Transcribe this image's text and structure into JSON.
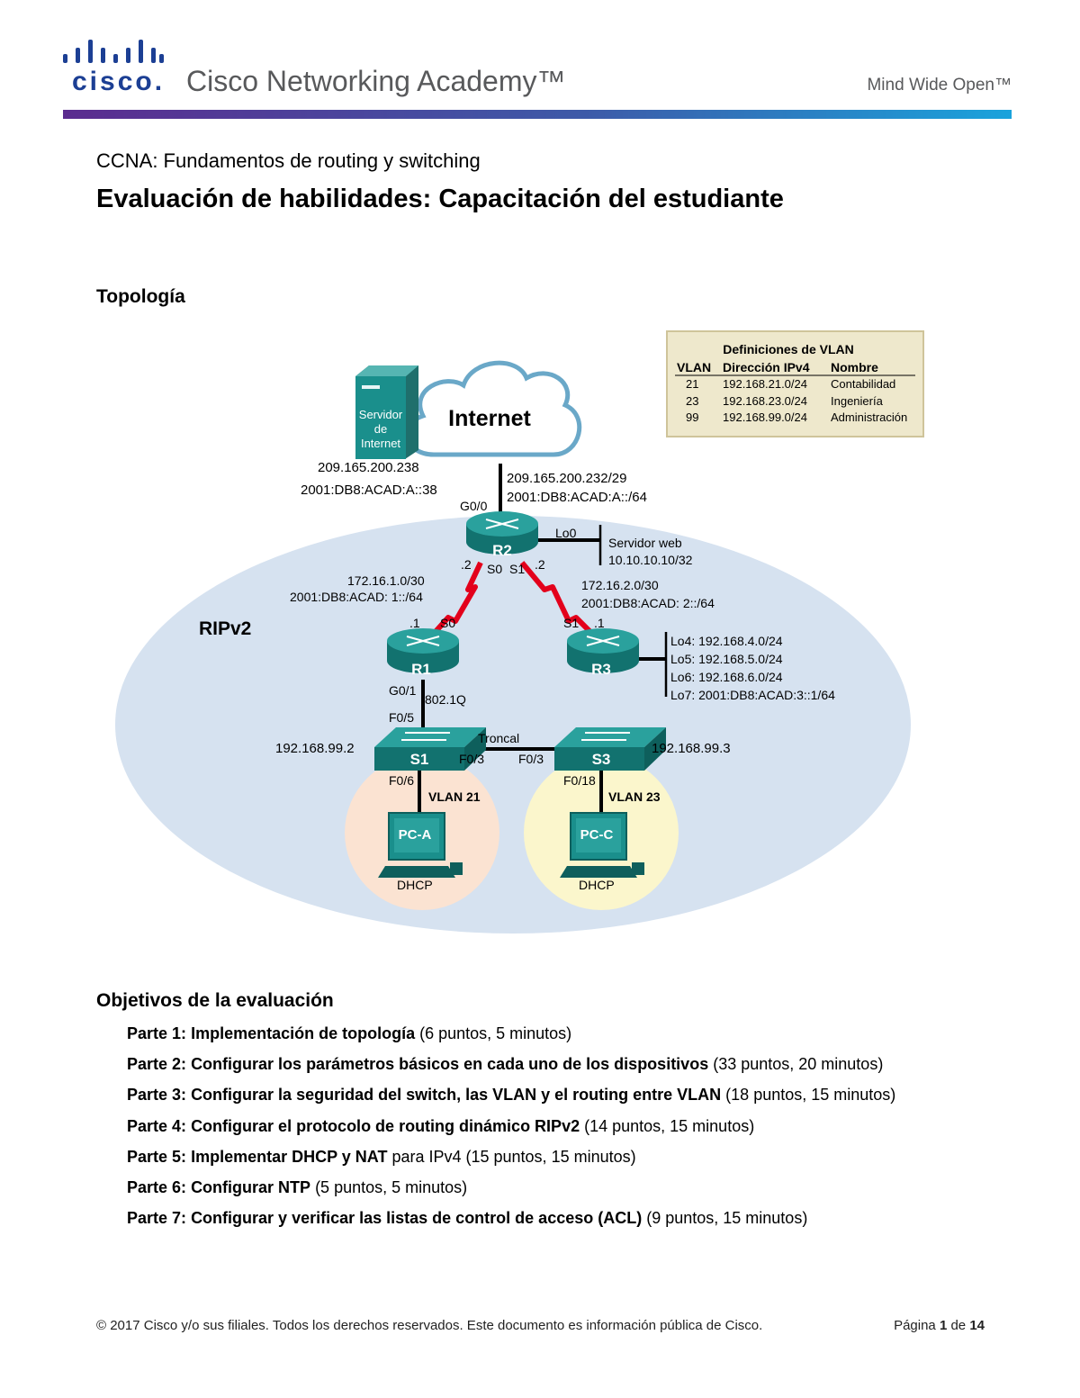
{
  "header": {
    "logo_word": "cisco.",
    "academy": "Cisco Networking Academy™",
    "tagline": "Mind Wide Open™"
  },
  "colors": {
    "brand_blue": "#1c3f94",
    "bar_start": "#5b2c8f",
    "bar_end": "#1aa3dc",
    "device_teal": "#1a8f8c",
    "serial_red": "#e3001b",
    "region_ellipse": "#d6e2f0",
    "vlan21_circle": "#fbe3d2",
    "vlan23_circle": "#fbf6cc",
    "legend_bg": "#eee8cc"
  },
  "document": {
    "course": "CCNA: Fundamentos de routing y switching",
    "title": "Evaluación de habilidades: Capacitación del estudiante",
    "topology_heading": "Topología",
    "objectives_heading": "Objetivos de la evaluación"
  },
  "topology": {
    "region_label": "RIPv2",
    "internet_label": "Internet",
    "server_label": [
      "Servidor",
      "de",
      "Internet"
    ],
    "server_ipv4": "209.165.200.238",
    "server_ipv6": "2001:DB8:ACAD:A::38",
    "isp_net_ipv4": "209.165.200.232/29",
    "isp_net_ipv6": "2001:DB8:ACAD:A::/64",
    "devices": {
      "r1": "R1",
      "r2": "R2",
      "r3": "R3",
      "s1": "S1",
      "s3": "S3",
      "pca": "PC-A",
      "pcc": "PC-C"
    },
    "labels": {
      "r2_g00": "G0/0",
      "r2_lo0": "Lo0",
      "web_server": "Servidor web",
      "web_server_ip": "10.10.10.10/32",
      "r2_s0_host": ".2",
      "r2_s0": "S0",
      "r2_s1": "S1",
      "r2_s1_host": ".2",
      "link1_ipv4": "172.16.1.0/30",
      "link1_ipv6": "2001:DB8:ACAD: 1::/64",
      "link2_ipv4": "172.16.2.0/30",
      "link2_ipv6": "2001:DB8:ACAD: 2::/64",
      "r1_s0_host": ".1",
      "r1_s0": "S0",
      "r3_s1": "S1",
      "r3_s1_host": ".1",
      "r3_lo4": "Lo4: 192.168.4.0/24",
      "r3_lo5": "Lo5: 192.168.5.0/24",
      "r3_lo6": "Lo6: 192.168.6.0/24",
      "r3_lo7": "Lo7: 2001:DB8:ACAD:3::1/64",
      "r1_g01": "G0/1",
      "dot1q": "802.1Q",
      "s1_f05": "F0/5",
      "s1_ip": "192.168.99.2",
      "trunk": "Troncal",
      "s1_f03": "F0/3",
      "s3_f03": "F0/3",
      "s3_ip": "192.168.99.3",
      "s1_f06": "F0/6",
      "vlan21": "VLAN 21",
      "s3_f018": "F0/18",
      "vlan23": "VLAN 23",
      "pca_dhcp": "DHCP",
      "pcc_dhcp": "DHCP"
    },
    "vlan_table": {
      "title": "Definiciones de VLAN",
      "headers": [
        "VLAN",
        "Dirección IPv4",
        "Nombre"
      ],
      "rows": [
        [
          "21",
          "192.168.21.0/24",
          "Contabilidad"
        ],
        [
          "23",
          "192.168.23.0/24",
          "Ingeniería"
        ],
        [
          "99",
          "192.168.99.0/24",
          "Administración"
        ]
      ]
    }
  },
  "objectives": [
    {
      "label": "Parte 1:",
      "name": "Implementación de topología",
      "detail": " (6 puntos, 5 minutos)"
    },
    {
      "label": "Parte 2:",
      "name": "Configurar los parámetros básicos en cada uno de los dispositivos",
      "detail": " (33 puntos, 20 minutos)"
    },
    {
      "label": "Parte 3:",
      "name": "Configurar la seguridad del switch, las VLAN y el routing entre VLAN",
      "detail": " (18 puntos, 15 minutos)"
    },
    {
      "label": "Parte 4:",
      "name": "Configurar el protocolo de routing dinámico RIPv2",
      "detail": " (14 puntos, 15 minutos)"
    },
    {
      "label": "Parte 5:",
      "name": "Implementar DHCP y NAT",
      "detail": " para IPv4 (15 puntos, 15 minutos)"
    },
    {
      "label": "Parte 6:",
      "name": "Configurar NTP",
      "detail": " (5 puntos, 5 minutos)"
    },
    {
      "label": "Parte 7:",
      "name": "Configurar y verificar las listas de control de acceso (ACL)",
      "detail": " (9 puntos, 15 minutos)"
    }
  ],
  "footer": {
    "copyright": "© 2017 Cisco y/o sus filiales. Todos los derechos reservados. Este documento es información pública de Cisco.",
    "page_prefix": "Página ",
    "page_current": "1",
    "page_sep": " de ",
    "page_total": "14"
  }
}
